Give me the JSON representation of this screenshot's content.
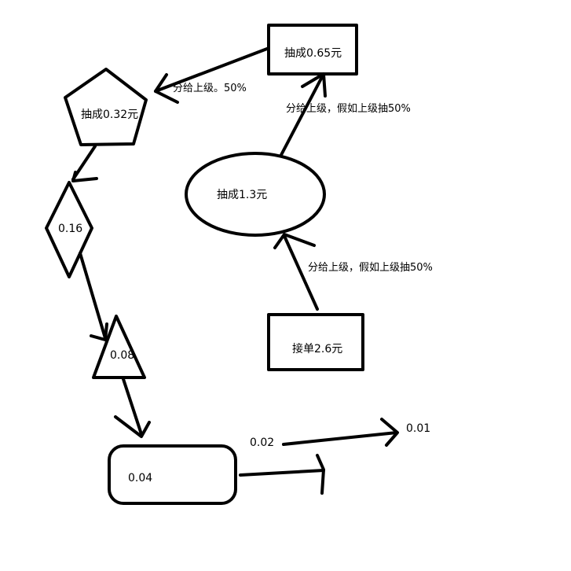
{
  "nodes": {
    "order": "接单2.6元",
    "ellipse": "抽成1.3元",
    "top_rect": "抽成0.65元",
    "pentagon": "抽成0.32元",
    "diamond": "0.16",
    "triangle": "0.08",
    "rounded_rect": "0.04",
    "mid_value": "0.02",
    "end_value": "0.01"
  },
  "edges": {
    "order_to_ellipse": "分给上级，假如上级抽50%",
    "ellipse_to_top": "分给上级，假如上级抽50%",
    "top_to_pentagon": "分给上级。50%"
  },
  "colors": {
    "stroke": "#000000",
    "background": "#ffffff"
  }
}
